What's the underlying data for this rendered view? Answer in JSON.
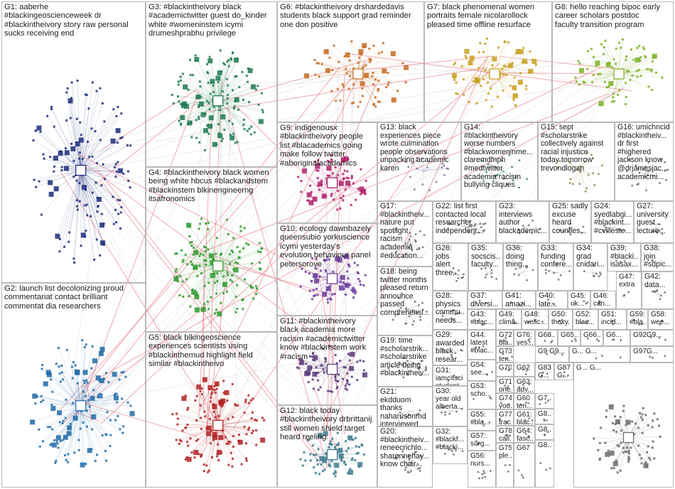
{
  "groups": [
    {
      "id": "G1",
      "text": "G1: aaberhe\n#blackingeoscienceweek dr\n#blackintheivory story raw personal\nsucks receiving end",
      "color": "#1b2a7a"
    },
    {
      "id": "G2",
      "text": "G2: launch list decolonizing proud\ncommentariat contact brilliant\ncommentat dia researchers",
      "color": "#1e6aa8"
    },
    {
      "id": "G3",
      "text": "G3: #blackintheivory black\n#academictwitter guest do_kinder\nwhite #womeninstem icymi\ndrumeshprabhu privilege",
      "color": "#1d7a4f"
    },
    {
      "id": "G4",
      "text": "G4: #blackintheivory black women\nbeing white hbcus #blackandstem\n#blackinstem blkinengineerng\nitsafronomics",
      "color": "#2a9a2a"
    },
    {
      "id": "G5",
      "text": "G5: black blkingeoscience\nexperiences scientists using\n#blackinthemud highlight field\nsimilar #blackintheivo",
      "color": "#b02020"
    },
    {
      "id": "G6",
      "text": "G6: #blackintheivory drshardedavis\nstudents black support grad reminder\none don positive",
      "color": "#c86a1e"
    },
    {
      "id": "G7",
      "text": "G7: black phenomenal women\nportraits female nicolarollock\npleased time offline resurface",
      "color": "#c8a020"
    },
    {
      "id": "G8",
      "text": "G8: hello reaching bipoc early\ncareer scholars postdoc\nfaculty transition program",
      "color": "#7ab020"
    },
    {
      "id": "G9",
      "text": "G9: indigenousx\n#blackintheivory people\nlist #blacademics going\nmake follow twitter\n#aboriginalacademics",
      "color": "#b0206a"
    },
    {
      "id": "G10",
      "text": "G10: ecology dawnbazely\nqueensubio yorkuscience\nicymi yesterday's\nevolution behaviour panel\npetersoroye",
      "color": "#6a3a9a"
    },
    {
      "id": "G11",
      "text": "G11: #blackintheivory\nblack academia more\nracism #academictwitter\nknow #blackinstem work\n#racism",
      "color": "#5a3a7a"
    },
    {
      "id": "G12",
      "text": "G12: black today\n#blackintheivory drbrittanij\nstill women shield target\nheard reeling",
      "color": "#3a7a8a"
    },
    {
      "id": "G13",
      "text": "G13: black\nexperiences piece\nwrote culmination\npeople observations\nunpacking academic\nkaren",
      "color": "#7a6a9a"
    },
    {
      "id": "G14",
      "text": "G14:\n#blackintheivory\nworse numbers\n#blackwomeninme...\nclaremdmph\n#medtwitter\nacademia racism\nbullying cliques",
      "color": "#3a7a5a"
    },
    {
      "id": "G15",
      "text": "G15: sept\n#scholarstrike\ncollectively against\nracial injustice\ntoday tomorrow\ntrevondlogan",
      "color": "#8a7a3a"
    },
    {
      "id": "G16",
      "text": "G16: umichncid\n#blackintheiv...\ndr first\n#highered\njackson know\n@drjamesjac...\nacademicmi...",
      "color": "#6a6a6a"
    },
    {
      "id": "G17",
      "text": "G17:\n#blackintheiv...\nnature put\nspotlight\nracism\nacademia\n#education...",
      "color": "#6a6a6a"
    },
    {
      "id": "G18",
      "text": "G18: being\ntwitter months\npleased return\nannounce\npassed\ncomprehensi...",
      "color": "#6a6a6a"
    },
    {
      "id": "G19",
      "text": "G19: time\n#scholarstrik...\n#scholarstrike\narticle being\n#blackintheiv...",
      "color": "#6a6a6a"
    },
    {
      "id": "G20",
      "text": "G20:\n#blackintheiv...\nreneecrichlo...\nsharonnehay...\nknow chair...",
      "color": "#6a6a6a"
    },
    {
      "id": "G21",
      "text": "G21:\nekdduom\nthanks\nnaharrisonmd\ninterviewed...",
      "color": "#6a6a6a"
    },
    {
      "id": "G22",
      "text": "G22: list first\ncontacted local\nresearcher\nindependent...",
      "color": "#6a6a6a"
    },
    {
      "id": "G23",
      "text": "G23:\ninterviews\nauthor\nblackademic...",
      "color": "#6a6a6a"
    },
    {
      "id": "G24",
      "text": "G24:\nsyedlabgi...\n#blackint...\n#cvilleste...",
      "color": "#6a6a6a"
    },
    {
      "id": "G25",
      "text": "G25: sadly\nexcuse\nheard\ncountles...",
      "color": "#6a6a6a"
    },
    {
      "id": "G26",
      "text": "G26:\njobs\nalert\nthree...",
      "color": "#6a6a6a"
    },
    {
      "id": "G27",
      "text": "G27:\nuniversity\nguest...\nlecture...",
      "color": "#6a6a6a"
    },
    {
      "id": "G28",
      "text": "G28:\nphysics\ncommu...\nneeds...",
      "color": "#6a6a6a"
    },
    {
      "id": "G29",
      "text": "G29:\nawarded\nblack\nresear...",
      "color": "#6a6a6a"
    },
    {
      "id": "G30",
      "text": "G30:\nyear old\nalberta...",
      "color": "#6a6a6a"
    },
    {
      "id": "G31",
      "text": "G31:\niamcitsci\nstudent...",
      "color": "#6a6a6a"
    },
    {
      "id": "G32",
      "text": "G32:\n#blackf...\n#blacki...",
      "color": "#6a6a6a"
    },
    {
      "id": "G33",
      "text": "G33:\nfunding\nconfere...",
      "color": "#6a6a6a"
    },
    {
      "id": "G34",
      "text": "G34:\ngrad\ncnidari...",
      "color": "#6a6a6a"
    },
    {
      "id": "G35",
      "text": "G35:\nsocscis...\nfaculty...",
      "color": "#6a6a6a"
    },
    {
      "id": "G36",
      "text": "G36:\ndoing\nthing...",
      "color": "#6a6a6a"
    },
    {
      "id": "G37",
      "text": "G37:\ndiversi...",
      "color": "#6a6a6a"
    },
    {
      "id": "G38",
      "text": "G38:\njoin\n#sdpic...",
      "color": "#6a6a6a"
    },
    {
      "id": "G39",
      "text": "G39:\n#blacki...\nisasax...",
      "color": "#6a6a6a"
    },
    {
      "id": "G40",
      "text": "G40:\nlate...",
      "color": "#6a6a6a"
    },
    {
      "id": "G41",
      "text": "G41:\namazi...",
      "color": "#6a6a6a"
    },
    {
      "id": "G42",
      "text": "G42:\ndata...",
      "color": "#6a6a6a"
    },
    {
      "id": "G43",
      "text": "G43:\n#blac...",
      "color": "#6a6a6a"
    },
    {
      "id": "G44",
      "text": "G44:\nlatest\n#blac...",
      "color": "#6a6a6a"
    },
    {
      "id": "G45",
      "text": "G45:\nuk...",
      "color": "#6a6a6a"
    },
    {
      "id": "G46",
      "text": "G46:\ncan...",
      "color": "#6a6a6a"
    },
    {
      "id": "G47",
      "text": "G47:\nextra",
      "color": "#6a6a6a"
    },
    {
      "id": "G48",
      "text": "G48:\nwellc...",
      "color": "#6a6a6a"
    },
    {
      "id": "G49",
      "text": "G49:\nclima...",
      "color": "#6a6a6a"
    },
    {
      "id": "G50",
      "text": "G50:\nthexy...",
      "color": "#6a6a6a"
    },
    {
      "id": "G51",
      "text": "G51:\nincid...",
      "color": "#6a6a6a"
    },
    {
      "id": "G52",
      "text": "G52:\nblac...",
      "color": "#6a6a6a"
    },
    {
      "id": "G53",
      "text": "G53:\nscho...",
      "color": "#6a6a6a"
    },
    {
      "id": "G54",
      "text": "G54:\nsee...",
      "color": "#6a6a6a"
    },
    {
      "id": "G55",
      "text": "G55:\n#bla...",
      "color": "#6a6a6a"
    },
    {
      "id": "G56",
      "text": "G56:\nnurs...",
      "color": "#6a6a6a"
    },
    {
      "id": "G57",
      "text": "G57:\nsurg...",
      "color": "#6a6a6a"
    },
    {
      "id": "G58",
      "text": "G58:\nwee...",
      "color": "#6a6a6a"
    },
    {
      "id": "G59",
      "text": "G59:\n#bla...",
      "color": "#6a6a6a"
    },
    {
      "id": "G60",
      "text": "G60\nten...",
      "color": "#6a6a6a"
    },
    {
      "id": "G61",
      "text": "G61:\nblac...",
      "color": "#6a6a6a"
    },
    {
      "id": "G62",
      "text": "G62",
      "color": "#6a6a6a"
    },
    {
      "id": "G63",
      "text": "G63:\nadv...",
      "color": "#6a6a6a"
    },
    {
      "id": "G64",
      "text": "G64:\nfasc...",
      "color": "#6a6a6a"
    },
    {
      "id": "G65",
      "text": "G65...",
      "color": "#6a6a6a"
    },
    {
      "id": "G66",
      "text": "G66...",
      "color": "#6a6a6a"
    },
    {
      "id": "G67",
      "text": "G67",
      "color": "#6a6a6a"
    },
    {
      "id": "G68",
      "text": "G68...",
      "color": "#6a6a6a"
    },
    {
      "id": "G69",
      "text": "G6...",
      "color": "#6a6a6a"
    },
    {
      "id": "G70",
      "text": "G70...",
      "color": "#6a6a6a"
    },
    {
      "id": "G71",
      "text": "G71:\none...",
      "color": "#6a6a6a"
    },
    {
      "id": "G72",
      "text": "G72:\nbla...",
      "color": "#6a6a6a"
    },
    {
      "id": "G73",
      "text": "G73:\nten...",
      "color": "#6a6a6a"
    },
    {
      "id": "G74",
      "text": "G74:\nyou...",
      "color": "#6a6a6a"
    },
    {
      "id": "G75",
      "text": "G75:\nple...",
      "color": "#6a6a6a"
    },
    {
      "id": "G76",
      "text": "G76:\nyes...",
      "color": "#6a6a6a"
    },
    {
      "id": "G77",
      "text": "G77:\ntrac...",
      "color": "#6a6a6a"
    },
    {
      "id": "G78",
      "text": "G78:\ncall...",
      "color": "#6a6a6a"
    },
    {
      "id": "G92",
      "text": "G92G9...",
      "color": "#6a6a6a"
    },
    {
      "id": "G97",
      "text": "G97G...",
      "color": "#6a6a6a"
    },
    {
      "id": "G83",
      "text": "G83 G...",
      "color": "#6a6a6a"
    },
    {
      "id": "G87",
      "text": "G87 G...",
      "color": "#6a6a6a"
    },
    {
      "id": "G9x",
      "text": "G9 G9...",
      "color": "#6a6a6a"
    },
    {
      "id": "Gt1",
      "text": "G... G...",
      "color": "#6a6a6a"
    },
    {
      "id": "Gt2",
      "text": "G... G...",
      "color": "#6a6a6a"
    },
    {
      "id": "Gt3",
      "text": "G7...",
      "color": "#6a6a6a"
    },
    {
      "id": "Gt4",
      "text": "G8...",
      "color": "#6a6a6a"
    },
    {
      "id": "Gt5",
      "text": "G8...",
      "color": "#6a6a6a"
    },
    {
      "id": "Gt6",
      "text": "G8...",
      "color": "#6a6a6a"
    }
  ],
  "colors": {
    "edge": "#9a9a9a",
    "edge_red": "#e05060",
    "border": "#b9b9b9"
  }
}
